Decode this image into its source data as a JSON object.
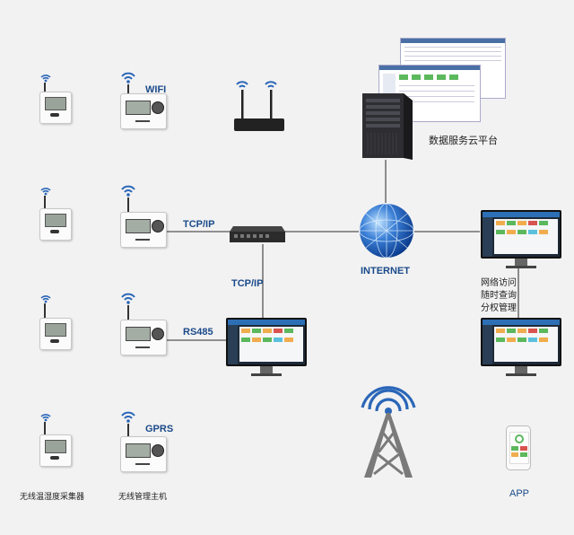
{
  "labels": {
    "wifi": "WIFI",
    "tcpip_h": "TCP/IP",
    "tcpip_v": "TCP/IP",
    "rs485": "RS485",
    "gprs": "GPRS",
    "internet": "INTERNET",
    "cloud": "数据服务云平台",
    "access_line1": "网络访问",
    "access_line2": "随时查询",
    "access_line3": "分权管理",
    "collector": "无线温湿度采集器",
    "host": "无线管理主机",
    "app": "APP"
  },
  "colors": {
    "line": "#555555",
    "label_blue": "#1a4a8a",
    "wifi_blue": "#2a66b8",
    "tower_gray": "#7a7a7a"
  },
  "icons": {
    "wifi": "wifi-icon",
    "router": "router-icon",
    "switch": "switch-icon",
    "server": "server-icon",
    "globe": "globe-icon",
    "tower": "tower-icon",
    "phone": "phone-icon",
    "monitor": "monitor-icon"
  }
}
